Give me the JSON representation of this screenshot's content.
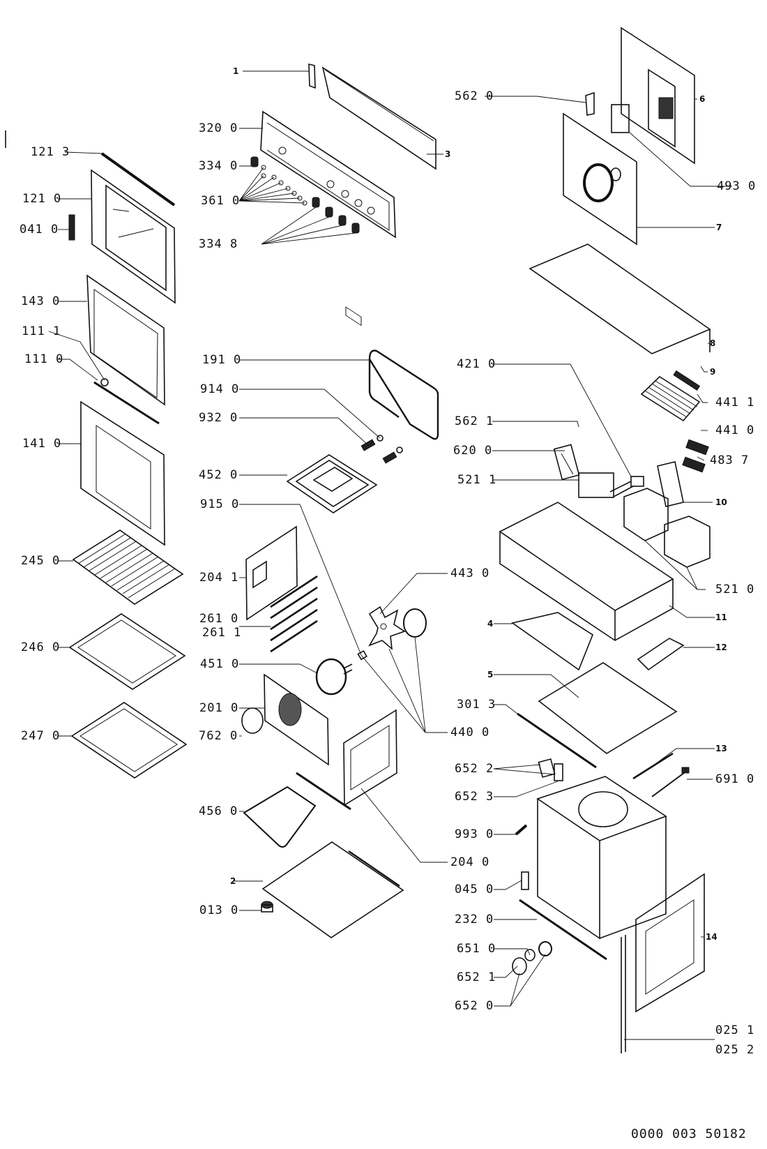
{
  "document_number": "0000 003 50182",
  "parts": [
    {
      "id": "p1",
      "label": "1",
      "name": "control-panel-bracket"
    },
    {
      "id": "p3",
      "label": "3",
      "name": "control-panel-backplate"
    },
    {
      "id": "p320_0",
      "label": "320 0",
      "name": "control-panel-facia"
    },
    {
      "id": "p334_0",
      "label": "334 0",
      "name": "knob"
    },
    {
      "id": "p361_0",
      "label": "361 0",
      "name": "push-buttons"
    },
    {
      "id": "p334_8",
      "label": "334 8",
      "name": "control-knobs"
    },
    {
      "id": "p121_3",
      "label": "121 3",
      "name": "door-top-trim"
    },
    {
      "id": "p121_0",
      "label": "121 0",
      "name": "door-frame"
    },
    {
      "id": "p041_0",
      "label": "041 0",
      "name": "door-hinge"
    },
    {
      "id": "p143_0",
      "label": "143 0",
      "name": "inner-door-glass"
    },
    {
      "id": "p111_1",
      "label": "111 1",
      "name": "handle-end-cap"
    },
    {
      "id": "p111_0",
      "label": "111 0",
      "name": "door-handle"
    },
    {
      "id": "p141_0",
      "label": "141 0",
      "name": "outer-door-glass"
    },
    {
      "id": "p245_0",
      "label": "245 0",
      "name": "wire-shelf"
    },
    {
      "id": "p246_0",
      "label": "246 0",
      "name": "baking-tray"
    },
    {
      "id": "p247_0",
      "label": "247 0",
      "name": "drip-pan"
    },
    {
      "id": "p191_0",
      "label": "191 0",
      "name": "door-seal"
    },
    {
      "id": "p914_0",
      "label": "914 0",
      "name": "nut"
    },
    {
      "id": "p932_0",
      "label": "932 0",
      "name": "grommet"
    },
    {
      "id": "p452_0",
      "label": "452 0",
      "name": "grill-element"
    },
    {
      "id": "p915_0",
      "label": "915 0",
      "name": "spacer"
    },
    {
      "id": "p204_1",
      "label": "204 1",
      "name": "side-panel-left"
    },
    {
      "id": "p261_0",
      "label": "261 0",
      "name": "shelf-runner"
    },
    {
      "id": "p261_1",
      "label": "261 1",
      "name": "shelf-runner-alt"
    },
    {
      "id": "p451_0",
      "label": "451 0",
      "name": "circular-element"
    },
    {
      "id": "p201_0",
      "label": "201 0",
      "name": "fan-cover"
    },
    {
      "id": "p762_0",
      "label": "762 0",
      "name": "lamp-cover"
    },
    {
      "id": "p456_0",
      "label": "456 0",
      "name": "bottom-element"
    },
    {
      "id": "p2",
      "label": "2",
      "name": "base-plate"
    },
    {
      "id": "p013_0",
      "label": "013 0",
      "name": "foot"
    },
    {
      "id": "p443_0",
      "label": "443 0",
      "name": "fan-blade"
    },
    {
      "id": "p440_0",
      "label": "440 0",
      "name": "fan-motor"
    },
    {
      "id": "p204_0",
      "label": "204 0",
      "name": "side-panel-right"
    },
    {
      "id": "p562_0",
      "label": "562 0",
      "name": "clip"
    },
    {
      "id": "p6",
      "label": "6",
      "name": "rear-cover"
    },
    {
      "id": "p493_0",
      "label": "493 0",
      "name": "transformer"
    },
    {
      "id": "p7",
      "label": "7",
      "name": "rear-panel"
    },
    {
      "id": "p8",
      "label": "8",
      "name": "top-cover"
    },
    {
      "id": "p9",
      "label": "9",
      "name": "bracket"
    },
    {
      "id": "p441_1",
      "label": "441 1",
      "name": "terminal-strip"
    },
    {
      "id": "p441_0",
      "label": "441 0",
      "name": "tangential-fan"
    },
    {
      "id": "p421_0",
      "label": "421 0",
      "name": "thermostat"
    },
    {
      "id": "p562_1",
      "label": "562 1",
      "name": "clip-2"
    },
    {
      "id": "p620_0",
      "label": "620 0",
      "name": "selector-switch"
    },
    {
      "id": "p483_7",
      "label": "483 7",
      "name": "connectors"
    },
    {
      "id": "p521_1",
      "label": "521 1",
      "name": "timer-module"
    },
    {
      "id": "p10",
      "label": "10",
      "name": "mounting-bracket"
    },
    {
      "id": "p521_0",
      "label": "521 0",
      "name": "control-modules"
    },
    {
      "id": "p11",
      "label": "11",
      "name": "control-housing"
    },
    {
      "id": "p4",
      "label": "4",
      "name": "side-bracket"
    },
    {
      "id": "p12",
      "label": "12",
      "name": "cover-plate"
    },
    {
      "id": "p5",
      "label": "5",
      "name": "top-plate"
    },
    {
      "id": "p301_3",
      "label": "301 3",
      "name": "side-rail"
    },
    {
      "id": "p13",
      "label": "13",
      "name": "rod"
    },
    {
      "id": "p691_0",
      "label": "691 0",
      "name": "probe-sensor"
    },
    {
      "id": "p652_2",
      "label": "652 2",
      "name": "lamp-holder"
    },
    {
      "id": "p652_3",
      "label": "652 3",
      "name": "lamp-glass"
    },
    {
      "id": "p993_0",
      "label": "993 0",
      "name": "screw"
    },
    {
      "id": "p045_0",
      "label": "045 0",
      "name": "hinge-receiver"
    },
    {
      "id": "p232_0",
      "label": "232 0",
      "name": "front-trim"
    },
    {
      "id": "p651_0",
      "label": "651 0",
      "name": "lamp-bulb"
    },
    {
      "id": "p652_1",
      "label": "652 1",
      "name": "lamp-cap"
    },
    {
      "id": "p652_0",
      "label": "652 0",
      "name": "lamp-assembly"
    },
    {
      "id": "p14",
      "label": "14",
      "name": "side-wall"
    },
    {
      "id": "p025_1",
      "label": "025 1",
      "name": "trim-strip"
    },
    {
      "id": "p025_2",
      "label": "025 2",
      "name": "trim-strip-alt"
    }
  ]
}
